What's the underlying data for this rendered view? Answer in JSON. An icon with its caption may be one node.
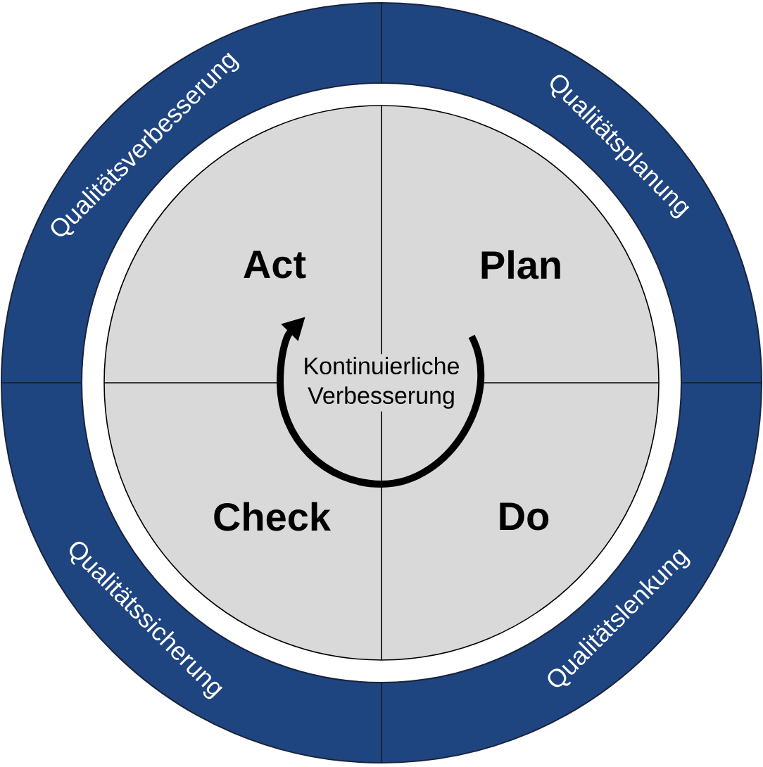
{
  "diagram": {
    "nodes": [
      {
        "text": [
          "Qualitätsverbesserung"
        ]
      },
      {
        "text": [
          "Qualitätsplanung"
        ]
      },
      {
        "text": [
          "Qualitätssicherung"
        ]
      },
      {
        "text": [
          "Qualitätslenkung"
        ]
      },
      {
        "text": [
          "Act"
        ]
      },
      {
        "text": [
          "Plan"
        ]
      },
      {
        "text": [
          "Check"
        ]
      },
      {
        "text": [
          "Do"
        ]
      },
      {
        "text": [
          "Kontinuierliche Verbesserung"
        ]
      }
    ]
  }
}
